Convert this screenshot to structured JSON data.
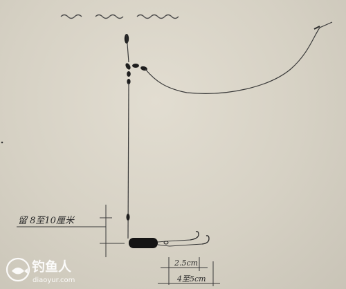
{
  "diagram": {
    "label_distance": "留 8至10厘米",
    "label_short_leader": "2.5cm",
    "label_long_leader": "4至5cm"
  },
  "watermark": {
    "brand": "钓鱼人",
    "url": "diaoyur.com",
    "icon": "fish-logo-icon"
  }
}
